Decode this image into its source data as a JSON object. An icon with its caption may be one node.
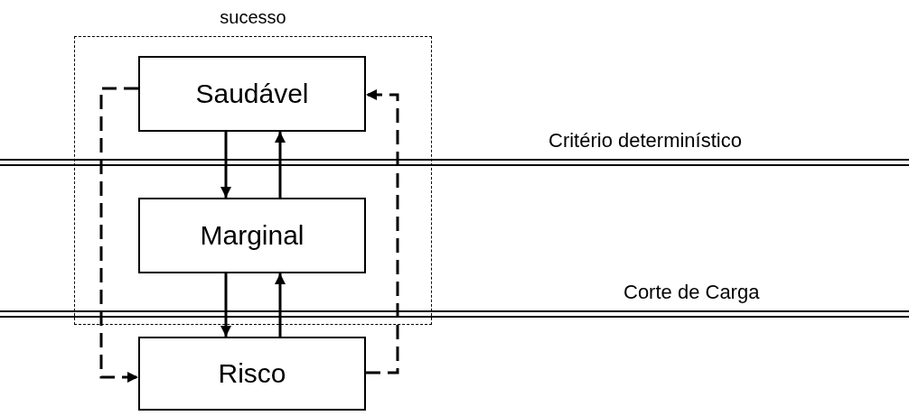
{
  "diagram": {
    "nodes": [
      {
        "text": [
          "sucesso"
        ]
      },
      {
        "text": [
          "Saudável"
        ],
        "in": 0
      },
      {
        "text": [
          "Marginal"
        ],
        "in": 0
      },
      {
        "text": [
          "Risco"
        ]
      }
    ],
    "edges": [
      {
        "from": 1,
        "to": 2,
        "arrow": "to"
      },
      {
        "from": 2,
        "to": 1,
        "arrow": "to"
      },
      {
        "from": 2,
        "to": 3,
        "arrow": "to"
      },
      {
        "from": 3,
        "to": 2,
        "arrow": "to"
      },
      {
        "from": 1,
        "to": 3,
        "arrow": "to",
        "style": "dashed"
      },
      {
        "from": 3,
        "to": 1,
        "arrow": "to",
        "style": "dashed"
      }
    ],
    "labels": [
      "Critério determinístico",
      "Corte de Carga"
    ]
  }
}
